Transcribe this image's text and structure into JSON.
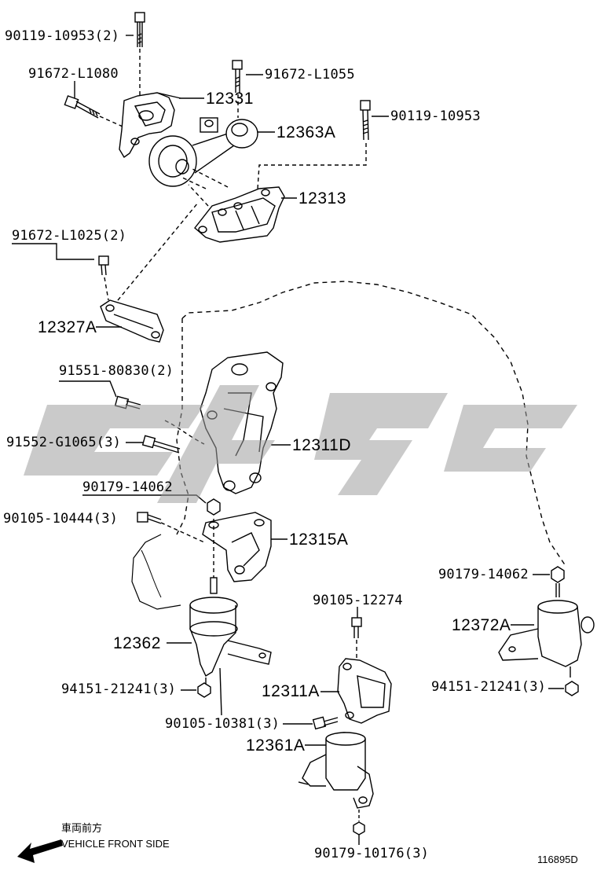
{
  "labels": {
    "p90119_10953_2": "90119-10953(2)",
    "p91672_L1080": "91672-L1080",
    "p12331": "12331",
    "p91672_L1055": "91672-L1055",
    "p12363A": "12363A",
    "p90119_10953": "90119-10953",
    "p12313": "12313",
    "p91672_L1025_2": "91672-L1025(2)",
    "p12327A": "12327A",
    "p91551_80830_2": "91551-80830(2)",
    "p91552_G1065_3": "91552-G1065(3)",
    "p12311D": "12311D",
    "p90179_14062_a": "90179-14062",
    "p90105_10444_3": "90105-10444(3)",
    "p12315A": "12315A",
    "p90179_14062_b": "90179-14062",
    "p90105_12274": "90105-12274",
    "p12372A": "12372A",
    "p12362": "12362",
    "p94151_21241_3_a": "94151-21241(3)",
    "p94151_21241_3_b": "94151-21241(3)",
    "p12311A": "12311A",
    "p90105_10381_3": "90105-10381(3)",
    "p12361A": "12361A",
    "p90179_10176_3": "90179-10176(3)"
  },
  "footer": {
    "jp_label": "車両前方",
    "front_side": "VEHICLE FRONT SIDE",
    "drawing_id": "116895D"
  },
  "colors": {
    "ink": "#000000",
    "watermark": "#9e9e9e"
  },
  "icons": {
    "direction": "arrow-front-left-icon"
  }
}
